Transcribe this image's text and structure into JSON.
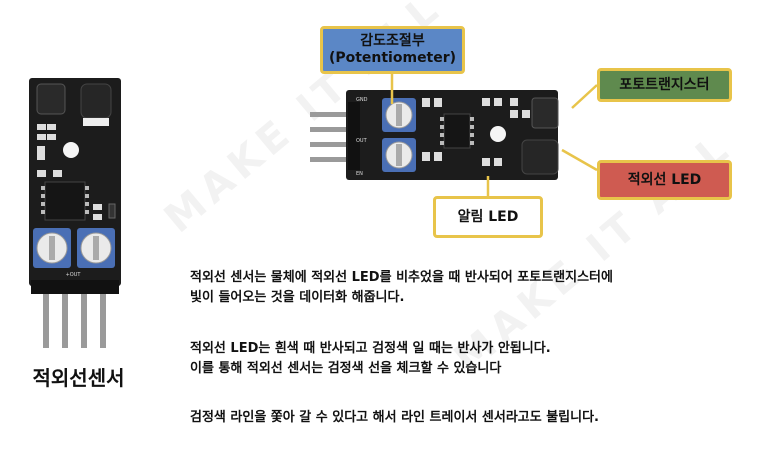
{
  "watermark_text": "MAKE IT ALL",
  "callouts": {
    "potentiometer": "감도조절부\n(Potentiometer)",
    "phototransistor": "포토트랜지스터",
    "ir_led": "적외선 LED",
    "alarm_led": "알림 LED"
  },
  "board_labels": {
    "gnd": "GND",
    "out": "OUT",
    "en": "EN",
    "vertical_out": "+OUT"
  },
  "sensor_title": "적외선센서",
  "paragraphs": [
    [
      "적외선 센서는 물체에 적외선 LED를 비추었을 때 반사되어 포토트랜지스터에",
      "빛이 들어오는 것을 데이터화 해줍니다."
    ],
    [
      "적외선 LED는 흰색 때 반사되고 검정색 일 때는 반사가 안됩니다.",
      "이를 통해 적외선 센서는 검정색 선을 체크할 수 있습니다"
    ],
    [
      "검정색 라인을 쫓아 갈 수 있다고 해서 라인 트레이서 센서라고도 불립니다."
    ]
  ],
  "colors": {
    "callout_border": "#e8c44a",
    "potentiometer_box": "#5b87c6",
    "phototransistor_box": "#5f8a4e",
    "ir_led_box": "#cf5b51",
    "board": "#1c1c1c"
  }
}
